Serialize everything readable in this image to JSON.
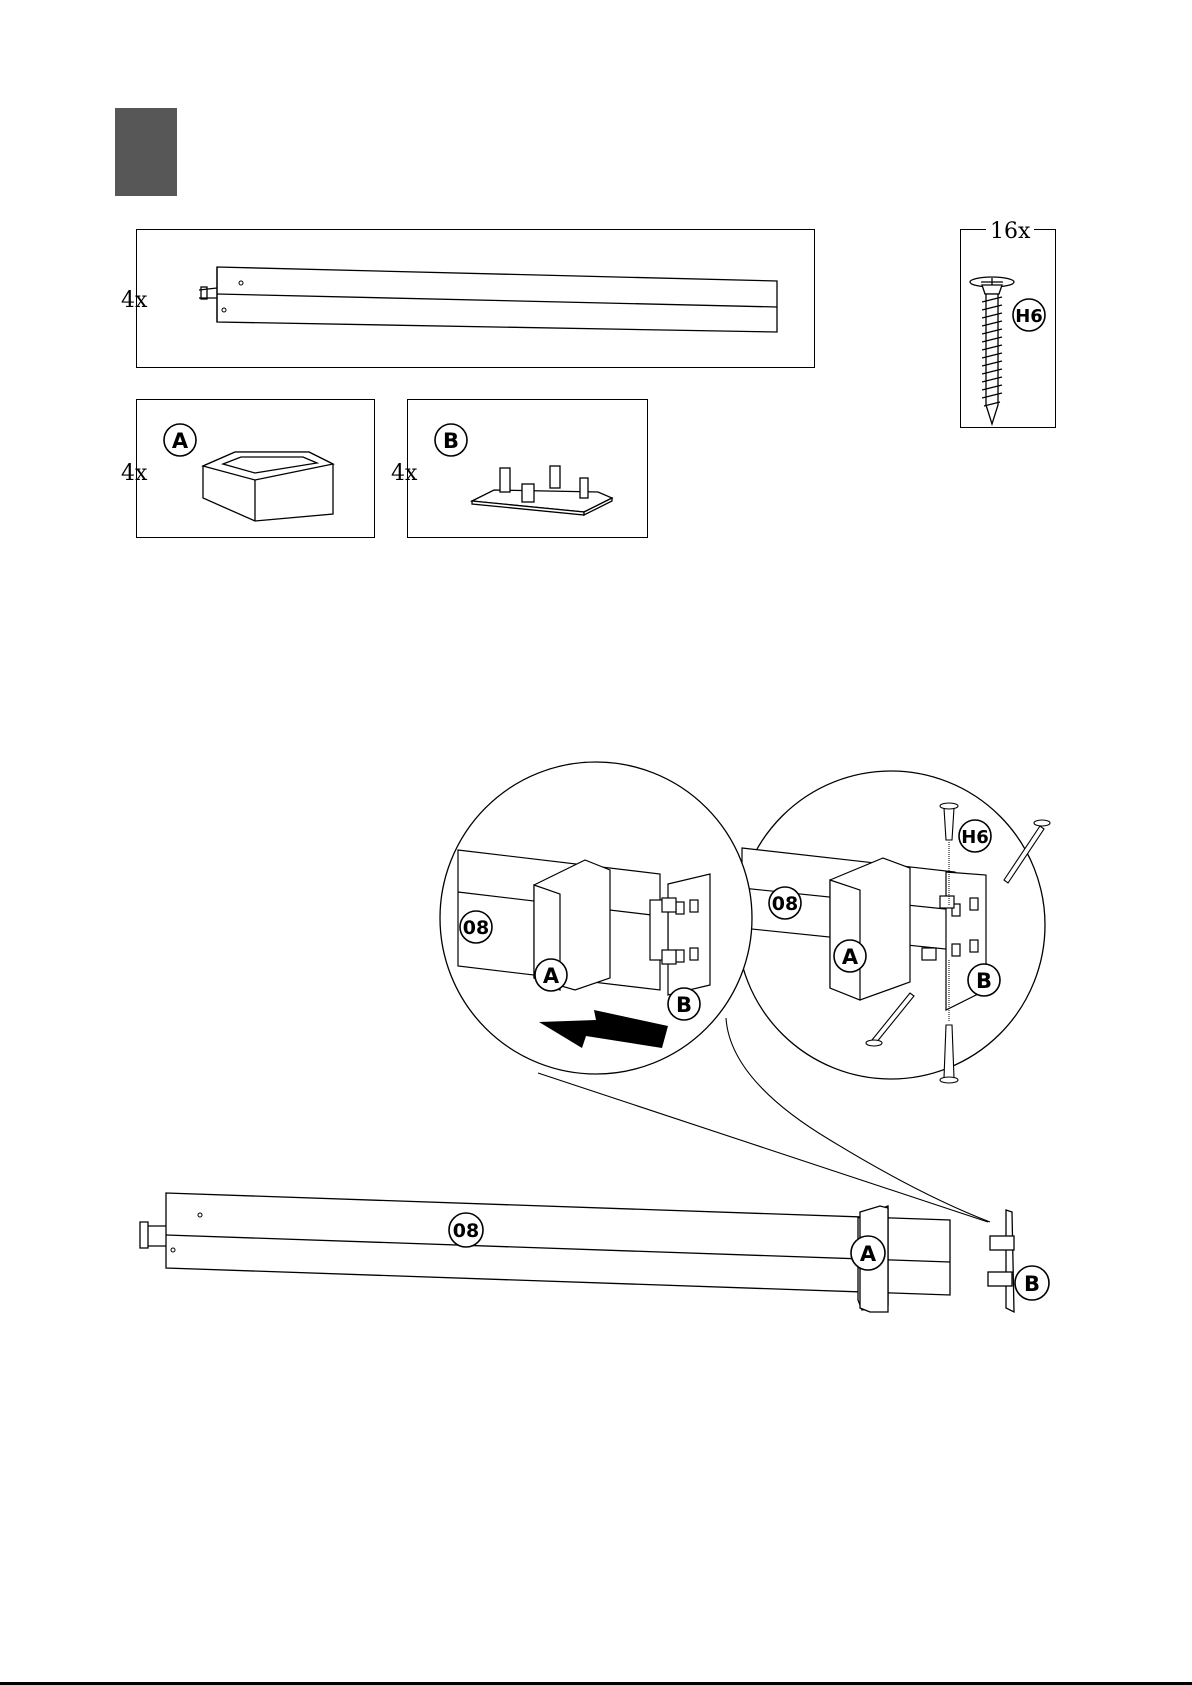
{
  "parts": {
    "beam": {
      "quantity": "4x"
    },
    "part_a": {
      "quantity": "4x",
      "label": "A"
    },
    "part_b": {
      "quantity": "4x",
      "label": "B"
    },
    "screw": {
      "quantity": "16x",
      "label": "H6"
    }
  },
  "assembly": {
    "detail_left": {
      "beam_label": "08",
      "part_a_label": "A",
      "part_b_label": "B"
    },
    "detail_right": {
      "beam_label": "08",
      "part_a_label": "A",
      "part_b_label": "B",
      "screw_label": "H6"
    },
    "main": {
      "beam_label": "08",
      "part_a_label": "A",
      "part_b_label": "B"
    }
  },
  "icons": [
    "step-marker",
    "beam",
    "collar-a",
    "bracket-b",
    "screw-h6",
    "push-arrow"
  ]
}
